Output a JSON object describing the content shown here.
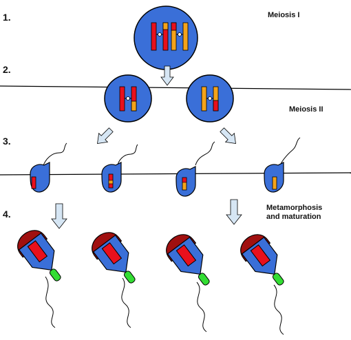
{
  "steps": [
    "1.",
    "2.",
    "3.",
    "4."
  ],
  "labels": {
    "meiosis1": "Meiosis I",
    "meiosis2": "Meiosis II",
    "metamorphosis_line1": "Metamorphosis",
    "metamorphosis_line2": "and maturation"
  },
  "colors": {
    "cell": "#3a6fd8",
    "red": "#e8101c",
    "orange": "#f4a31a",
    "acrosome": "#a01010",
    "midpiece": "#33dd33",
    "arrow": "#d6e6f4",
    "outline": "#000000"
  }
}
